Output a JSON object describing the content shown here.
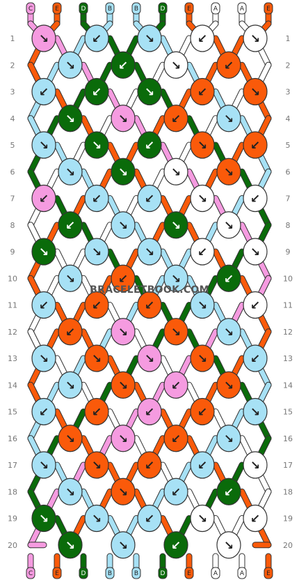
{
  "watermark": "BRACELETBOOK.COM",
  "colors": {
    "A": "#ffffff",
    "B": "#a7e1f5",
    "C": "#f59be0",
    "D": "#0a6b0a",
    "E": "#fa5a0a"
  },
  "top_strands": [
    "C",
    "E",
    "D",
    "B",
    "B",
    "D",
    "E",
    "A",
    "A",
    "E"
  ],
  "bottom_strands": [
    "C",
    "E",
    "D",
    "B",
    "B",
    "D",
    "E",
    "A",
    "A",
    "E"
  ],
  "row_numbers": [
    "1",
    "2",
    "3",
    "4",
    "5",
    "6",
    "7",
    "8",
    "9",
    "10",
    "11",
    "12",
    "13",
    "14",
    "15",
    "16",
    "17",
    "18",
    "19",
    "20"
  ],
  "knots": [
    [
      {
        "c": "C",
        "d": "↘"
      },
      {
        "c": "B",
        "d": "↙"
      },
      {
        "c": "B",
        "d": "↘"
      },
      {
        "c": "A",
        "d": "↙"
      },
      {
        "c": "A",
        "d": "↘"
      }
    ],
    [
      {
        "c": "B",
        "d": "↘"
      },
      {
        "c": "D",
        "d": "↙"
      },
      {
        "c": "A",
        "d": "↘"
      },
      {
        "c": "E",
        "d": "↙"
      }
    ],
    [
      {
        "c": "B",
        "d": "↙"
      },
      {
        "c": "D",
        "d": "↙"
      },
      {
        "c": "D",
        "d": "↘"
      },
      {
        "c": "E",
        "d": "↙"
      },
      {
        "c": "E",
        "d": "↘"
      }
    ],
    [
      {
        "c": "D",
        "d": "↘"
      },
      {
        "c": "C",
        "d": "↘"
      },
      {
        "c": "E",
        "d": "↙"
      },
      {
        "c": "B",
        "d": "↘"
      }
    ],
    [
      {
        "c": "B",
        "d": "↘"
      },
      {
        "c": "D",
        "d": "↘"
      },
      {
        "c": "D",
        "d": "↙"
      },
      {
        "c": "E",
        "d": "↘"
      },
      {
        "c": "E",
        "d": "↙"
      }
    ],
    [
      {
        "c": "B",
        "d": "↘"
      },
      {
        "c": "D",
        "d": "↘"
      },
      {
        "c": "A",
        "d": "↘"
      },
      {
        "c": "E",
        "d": "↘"
      }
    ],
    [
      {
        "c": "C",
        "d": "↙"
      },
      {
        "c": "B",
        "d": "↙"
      },
      {
        "c": "B",
        "d": "↙"
      },
      {
        "c": "A",
        "d": "↘"
      },
      {
        "c": "A",
        "d": "↙"
      }
    ],
    [
      {
        "c": "D",
        "d": "↙"
      },
      {
        "c": "B",
        "d": "↘"
      },
      {
        "c": "D",
        "d": "↘"
      },
      {
        "c": "A",
        "d": "↘"
      }
    ],
    [
      {
        "c": "D",
        "d": "↘"
      },
      {
        "c": "B",
        "d": "↘"
      },
      {
        "c": "B",
        "d": "↘"
      },
      {
        "c": "A",
        "d": "↙"
      },
      {
        "c": "A",
        "d": "↘"
      }
    ],
    [
      {
        "c": "B",
        "d": "↘"
      },
      {
        "c": "E",
        "d": "↙"
      },
      {
        "c": "B",
        "d": "↘"
      },
      {
        "c": "D",
        "d": "↙"
      }
    ],
    [
      {
        "c": "B",
        "d": "↙"
      },
      {
        "c": "E",
        "d": "↙"
      },
      {
        "c": "E",
        "d": "↙"
      },
      {
        "c": "B",
        "d": "↘"
      },
      {
        "c": "A",
        "d": "↙"
      }
    ],
    [
      {
        "c": "E",
        "d": "↙"
      },
      {
        "c": "C",
        "d": "↘"
      },
      {
        "c": "E",
        "d": "↘"
      },
      {
        "c": "B",
        "d": "↘"
      }
    ],
    [
      {
        "c": "B",
        "d": "↘"
      },
      {
        "c": "E",
        "d": "↘"
      },
      {
        "c": "C",
        "d": "↘"
      },
      {
        "c": "E",
        "d": "↘"
      },
      {
        "c": "B",
        "d": "↙"
      }
    ],
    [
      {
        "c": "B",
        "d": "↘"
      },
      {
        "c": "E",
        "d": "↘"
      },
      {
        "c": "C",
        "d": "↙"
      },
      {
        "c": "E",
        "d": "↘"
      }
    ],
    [
      {
        "c": "B",
        "d": "↙"
      },
      {
        "c": "E",
        "d": "↙"
      },
      {
        "c": "C",
        "d": "↙"
      },
      {
        "c": "E",
        "d": "↙"
      },
      {
        "c": "B",
        "d": "↘"
      }
    ],
    [
      {
        "c": "E",
        "d": "↘"
      },
      {
        "c": "C",
        "d": "↘"
      },
      {
        "c": "E",
        "d": "↙"
      },
      {
        "c": "B",
        "d": "↘"
      }
    ],
    [
      {
        "c": "B",
        "d": "↘"
      },
      {
        "c": "E",
        "d": "↘"
      },
      {
        "c": "E",
        "d": "↙"
      },
      {
        "c": "B",
        "d": "↙"
      },
      {
        "c": "A",
        "d": "↘"
      }
    ],
    [
      {
        "c": "B",
        "d": "↘"
      },
      {
        "c": "E",
        "d": "↘"
      },
      {
        "c": "B",
        "d": "↙"
      },
      {
        "c": "D",
        "d": "↙"
      }
    ],
    [
      {
        "c": "D",
        "d": "↘"
      },
      {
        "c": "B",
        "d": "↘"
      },
      {
        "c": "B",
        "d": "↙"
      },
      {
        "c": "A",
        "d": "↘"
      },
      {
        "c": "A",
        "d": "↙"
      }
    ],
    [
      {
        "c": "D",
        "d": "↘"
      },
      {
        "c": "B",
        "d": "↘"
      },
      {
        "c": "D",
        "d": "↙"
      },
      {
        "c": "A",
        "d": "↘"
      }
    ]
  ]
}
